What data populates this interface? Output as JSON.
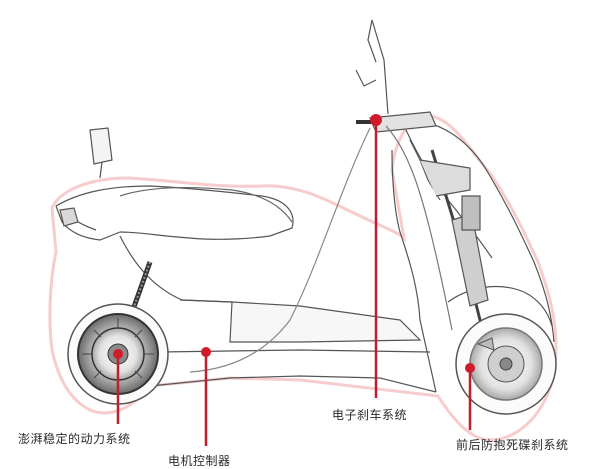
{
  "labels": {
    "power_system": "澎湃稳定的动力系统",
    "controller": "电机控制器",
    "electronic_brake": "电子刹车系统",
    "abs_brake": "前后防抱死碟刹系统"
  },
  "colors": {
    "line": "#bf1e2e",
    "sketch": "#444444",
    "glow": "#f2b9b9",
    "dot": "#d21b2a"
  }
}
